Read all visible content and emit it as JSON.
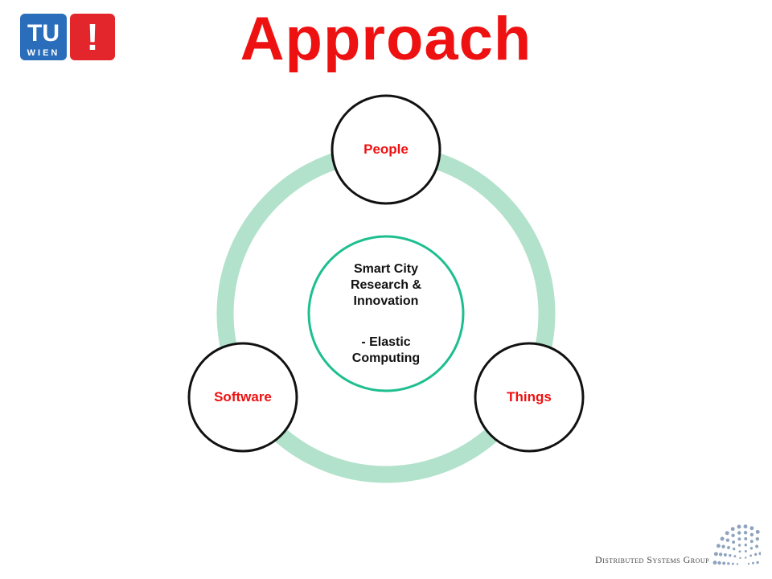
{
  "header": {
    "title": "Approach",
    "logo": {
      "text_top": "TU",
      "text_bottom": "WIEN",
      "mark": "!",
      "color": "#2a6ebb",
      "accent": "#e2262b"
    }
  },
  "diagram": {
    "ring_color": "#b2e2cb",
    "center_border_color": "#1dbf8f",
    "node_border_color": "#111111",
    "center": {
      "title": "Smart City Research & Innovation",
      "subtitle": "- Elastic Computing"
    },
    "nodes": [
      {
        "label": "People"
      },
      {
        "label": "Things"
      },
      {
        "label": "Software"
      }
    ]
  },
  "footer": {
    "group_label": "Distributed Systems Group",
    "dots_color": "#8fa3bd"
  }
}
